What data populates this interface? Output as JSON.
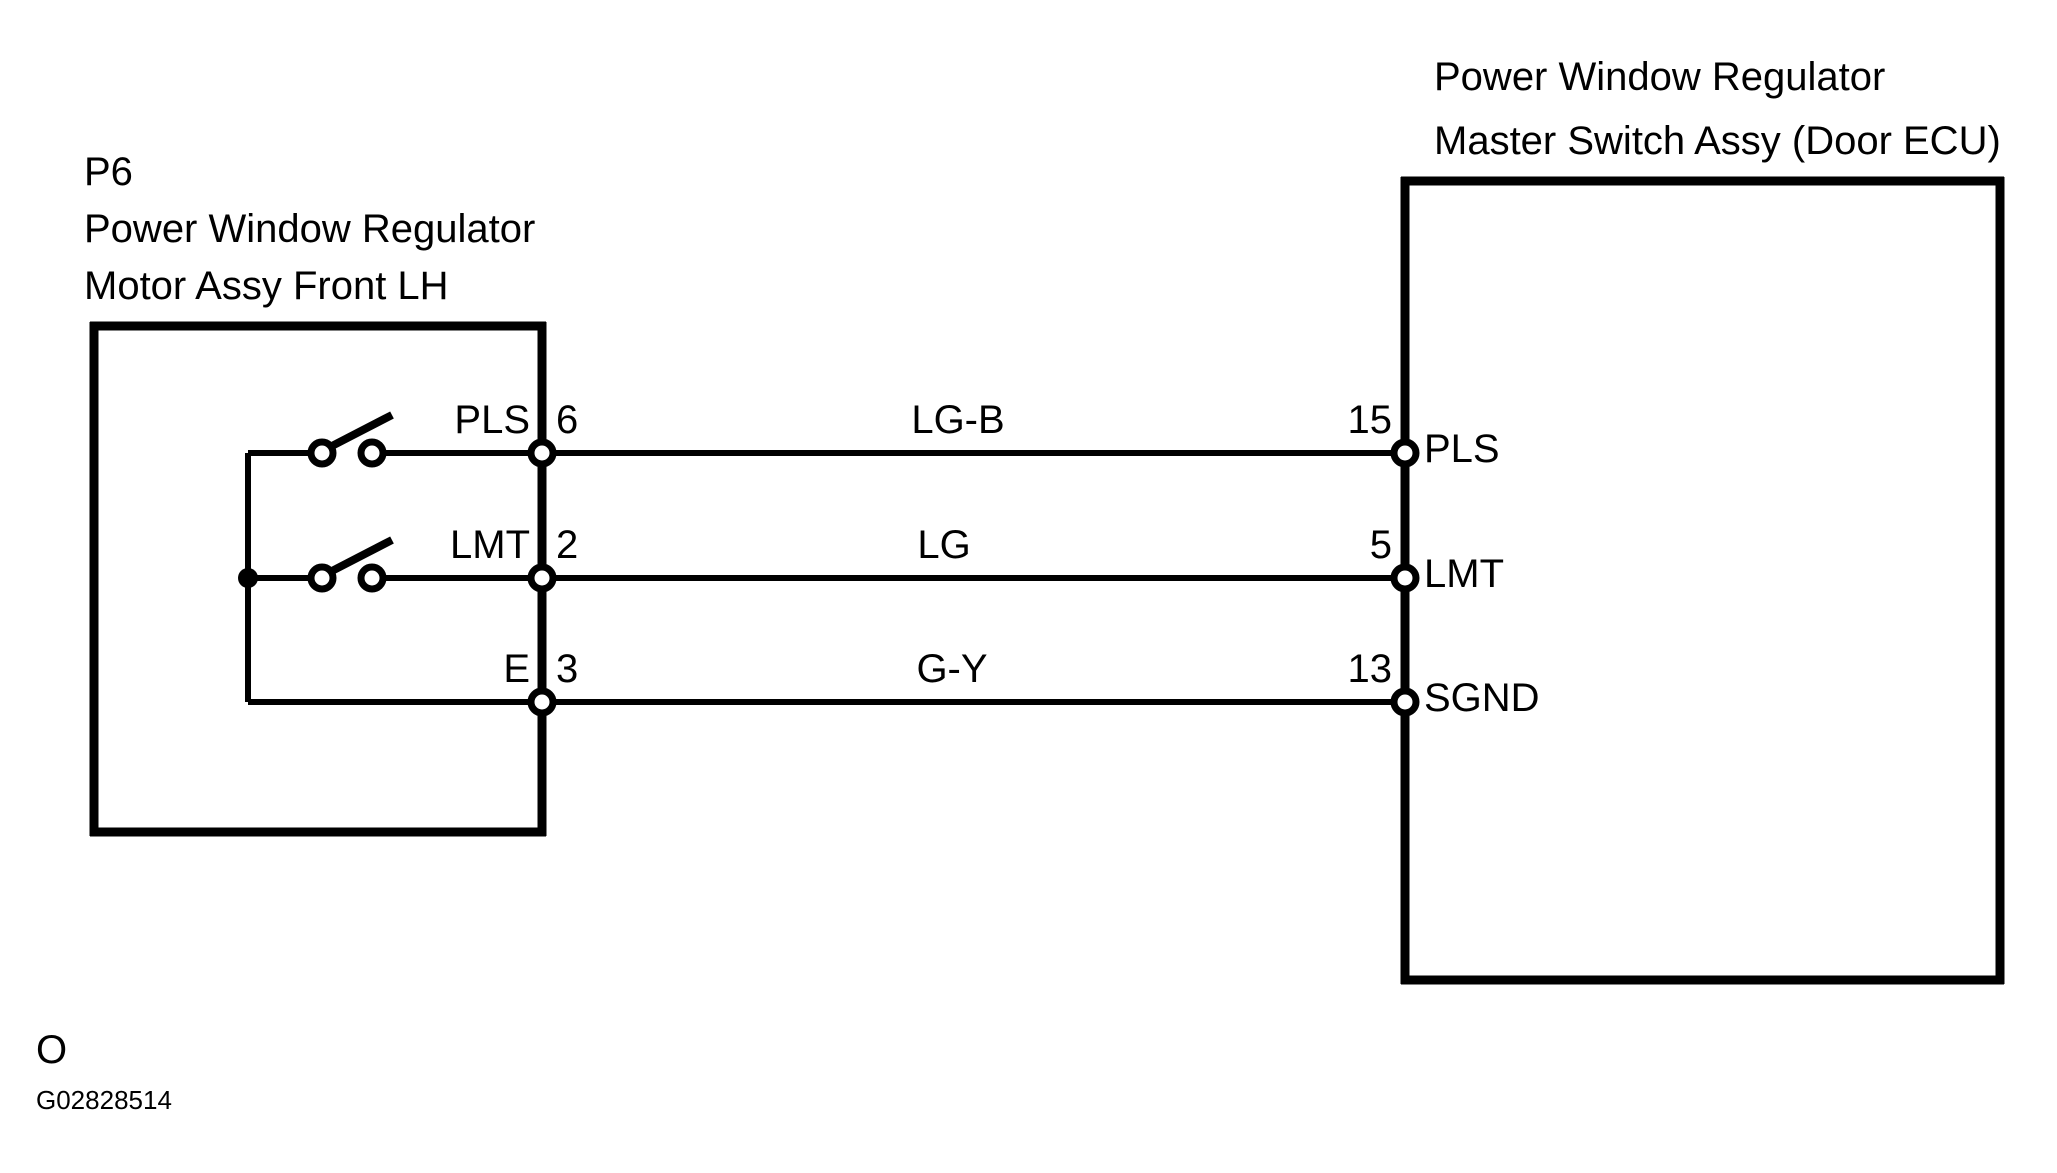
{
  "diagram": {
    "type": "automotive-wiring-diagram",
    "background_color": "#ffffff",
    "line_color": "#000000"
  },
  "left_connector": {
    "code": "P6",
    "title_line_1": "Power Window Regulator",
    "title_line_2": "Motor Assy Front LH",
    "symbol_type": "switch-contacts",
    "switch_count": 2
  },
  "right_connector": {
    "title_line_1": "Power Window Regulator",
    "title_line_2": "Master Switch Assy (Door ECU)"
  },
  "rows": [
    {
      "left_signal": "PLS",
      "left_pin": "6",
      "wire_color": "LG-B",
      "right_pin": "15",
      "right_signal": "PLS",
      "has_switch": true
    },
    {
      "left_signal": "LMT",
      "left_pin": "2",
      "wire_color": "LG",
      "right_pin": "5",
      "right_signal": "LMT",
      "has_switch": true
    },
    {
      "left_signal": "E",
      "left_pin": "3",
      "wire_color": "G-Y",
      "right_pin": "13",
      "right_signal": "SGND",
      "has_switch": false
    }
  ],
  "footer": {
    "mark": "O",
    "code": "G02828514"
  }
}
